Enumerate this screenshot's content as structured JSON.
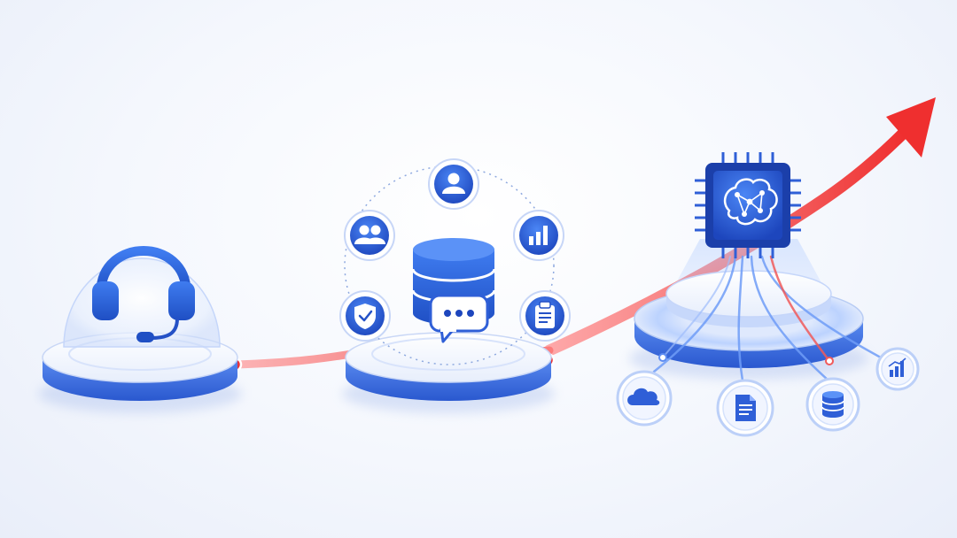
{
  "diagram": {
    "stages": [
      {
        "name": "customer-support",
        "icon": "headset-icon"
      },
      {
        "name": "data-hub",
        "icon": "database-icon",
        "center_icon": "chat-bubble-icon",
        "satellites": [
          "user-icon",
          "user-group-icon",
          "bar-chart-icon",
          "shield-check-icon",
          "clipboard-icon"
        ]
      },
      {
        "name": "ai-processing",
        "icon": "ai-chip-icon",
        "center_icon": "brain-network-icon",
        "outputs": [
          "cloud-icon",
          "document-icon",
          "database-icon",
          "bar-chart-icon"
        ]
      }
    ],
    "colors": {
      "primary_blue": "#2f5fd7",
      "dark_blue": "#1b3faa",
      "light_blue": "#8fb1ff",
      "growth_red": "#f03b3b",
      "platform_white": "#ffffff"
    }
  }
}
